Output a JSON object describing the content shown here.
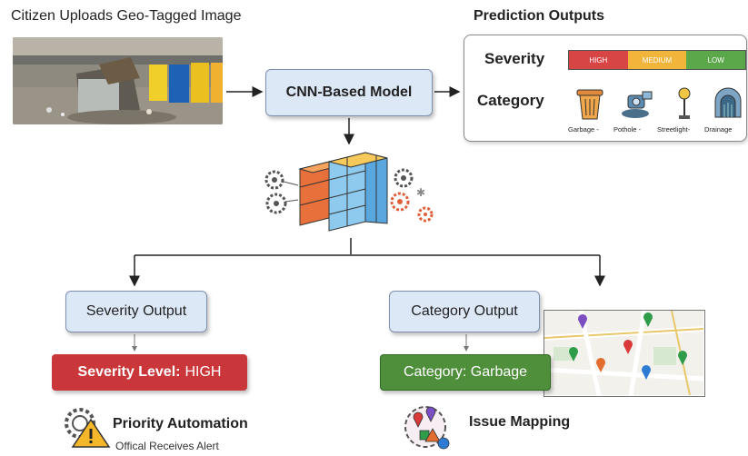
{
  "input": {
    "title": "Citizen Uploads Geo-Tagged Image"
  },
  "model": {
    "label": "CNN-Based Model"
  },
  "predictions": {
    "title": "Prediction Outputs",
    "severity_label": "Severity",
    "severity_levels": [
      {
        "label": "HIGH",
        "color": "#d84545"
      },
      {
        "label": "MEDIUM",
        "color": "#f0b53a"
      },
      {
        "label": "LOW",
        "color": "#5aa84a"
      }
    ],
    "category_label": "Category",
    "categories": [
      {
        "label": "Garbage -",
        "icon": "garbage-bin-icon"
      },
      {
        "label": "Pothole -",
        "icon": "pothole-icon"
      },
      {
        "label": "Streetlight-",
        "icon": "streetlight-icon"
      },
      {
        "label": "Drainage",
        "icon": "drainage-icon"
      }
    ]
  },
  "outputs": {
    "severity_output": "Severity Output",
    "category_output": "Category Output",
    "severity_level_prefix": "Severity Level:",
    "severity_level_value": "HIGH",
    "category_result": "Category: Garbage"
  },
  "features": {
    "priority_title": "Priority Automation",
    "priority_sub": "Offical Receives Alert",
    "mapping_title": "Issue Mapping"
  },
  "colors": {
    "box_fill": "#dde8f6",
    "severity_red": "#c9373a",
    "category_green": "#4f8f3c",
    "cube_blue": "#8ec9ee",
    "cube_orange": "#e8703a"
  }
}
